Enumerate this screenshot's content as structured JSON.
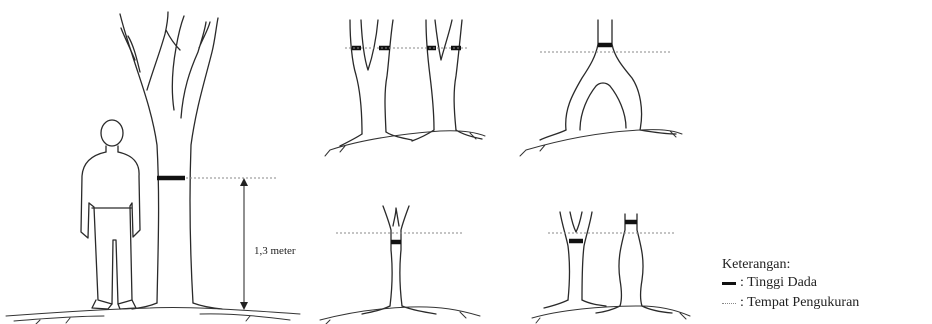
{
  "diagram": {
    "measurement_label": "1,3 meter",
    "legend": {
      "title": "Keterangan:",
      "items": [
        {
          "symbol": "solid-black-bar",
          "label": ": Tinggi Dada"
        },
        {
          "symbol": "dotted-gray-line",
          "label": ": Tempat Pengukuran"
        }
      ]
    }
  }
}
